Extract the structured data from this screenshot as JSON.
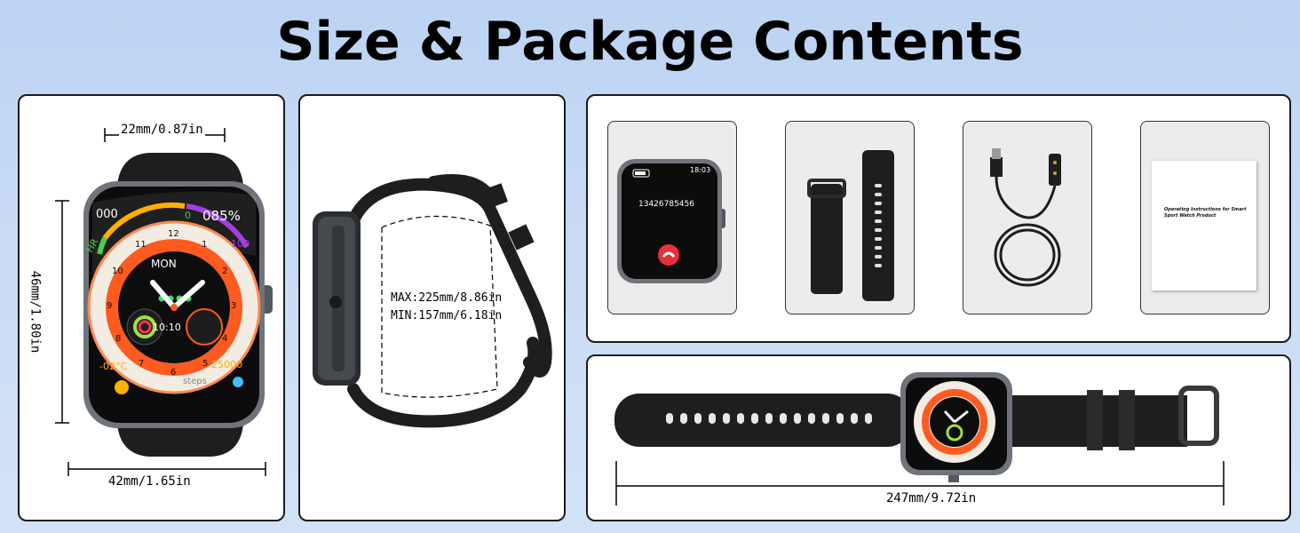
{
  "title": "Size & Package Contents",
  "front_view": {
    "top_width": "22mm/0.87in",
    "height": "46mm/1.80in",
    "bottom_width": "42mm/1.65in",
    "face": {
      "day": "MON",
      "time": "10:10",
      "heart_rate": "000",
      "battery": "085%",
      "battery_min": "0",
      "battery_max": "100",
      "hr_label": "HR",
      "temperature": "-02°C",
      "steps": "25000",
      "steps_label": "steps",
      "dial": [
        "12",
        "1",
        "2",
        "3",
        "4",
        "5",
        "6",
        "7",
        "8",
        "9",
        "10",
        "11"
      ]
    }
  },
  "side_view": {
    "max": "MAX:225mm/8.86in",
    "min": "MIN:157mm/6.18in"
  },
  "package": {
    "watch_screen": {
      "time": "18:03",
      "caller": "13426785456"
    },
    "manual_text": "Operating Instructions for Smart Sport Watch Product"
  },
  "flat_view": {
    "length": "247mm/9.72in"
  },
  "colors": {
    "accent_orange": "#ff5a1f",
    "strap": "#1e1e1e",
    "case": "#6f737a"
  }
}
